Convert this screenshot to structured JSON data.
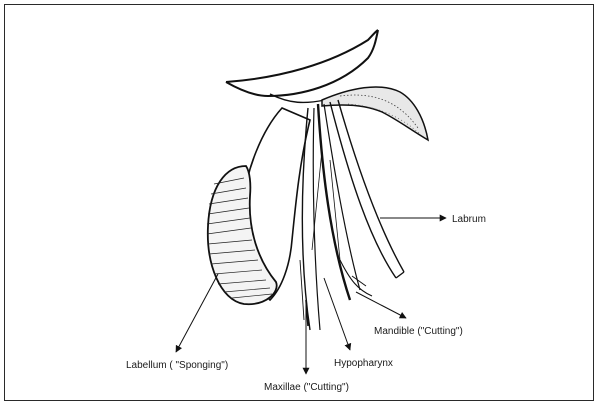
{
  "diagram": {
    "labels": {
      "labrum": "Labrum",
      "mandible": "Mandible (\"Cutting\")",
      "hypopharynx": "Hypopharynx",
      "maxillae": "Maxillae (\"Cutting\")",
      "labellum": "Labellum ( \"Sponging\")"
    }
  }
}
